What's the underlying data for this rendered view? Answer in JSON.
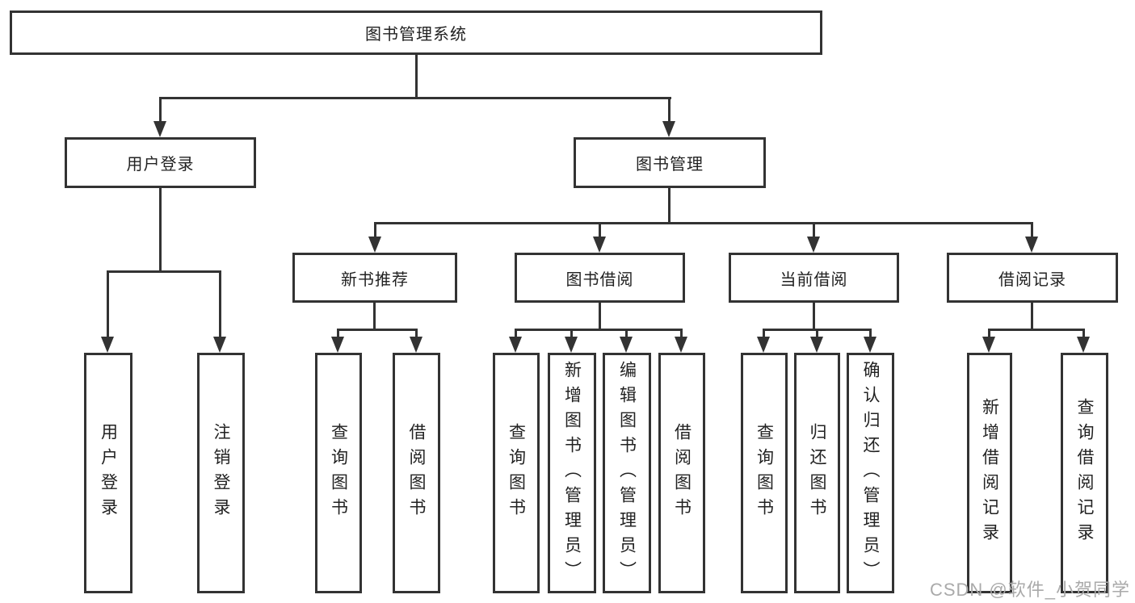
{
  "diagram": {
    "root": {
      "label": "图书管理系统"
    },
    "level2": [
      {
        "label": "用户登录"
      },
      {
        "label": "图书管理"
      }
    ],
    "level3": [
      {
        "label": "新书推荐"
      },
      {
        "label": "图书借阅"
      },
      {
        "label": "当前借阅"
      },
      {
        "label": "借阅记录"
      }
    ],
    "leaves": {
      "login": [
        "用户登录",
        "注销登录"
      ],
      "recommend": [
        "查询图书",
        "借阅图书"
      ],
      "borrow": [
        "查询图书",
        "新增图书（管理员）",
        "编辑图书（管理员）",
        "借阅图书"
      ],
      "current": [
        "查询图书",
        "归还图书",
        "确认归还（管理员）"
      ],
      "records": [
        "新增借阅记录",
        "查询借阅记录"
      ]
    }
  },
  "watermark": "CSDN @软件_小贺同学",
  "colors": {
    "line": "#333333",
    "box_border": "#333333",
    "box_fill": "#ffffff",
    "text": "#222222",
    "watermark": "#aaaaaa",
    "background": "#ffffff"
  }
}
